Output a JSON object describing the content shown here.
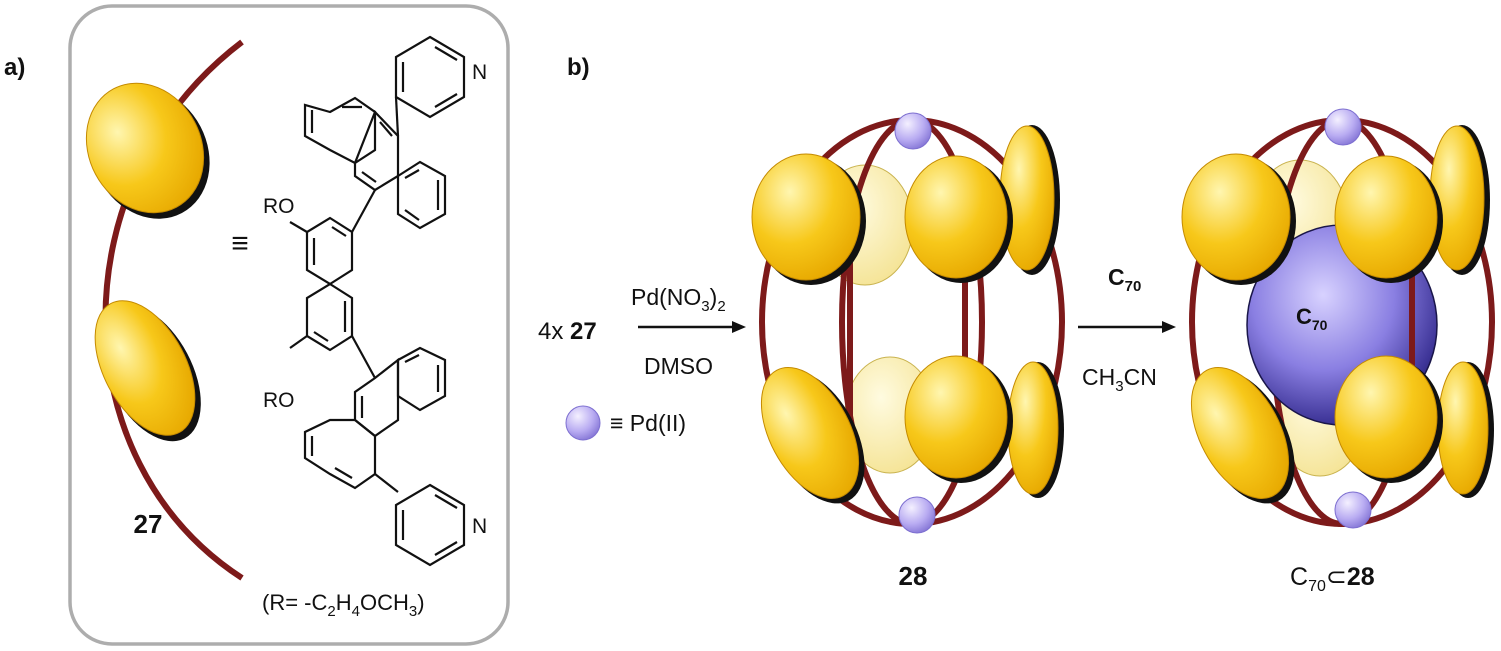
{
  "panel_a": {
    "label": "a)",
    "compound_number": "27",
    "equivalence_symbol": "≡",
    "substituent_1": "RO",
    "substituent_2": "RO",
    "pyridine_n_top": "N",
    "pyridine_n_bottom": "N",
    "r_definition": {
      "open": "(R= -C",
      "sub1": "2",
      "mid1": "H",
      "sub2": "4",
      "close": "OCH",
      "sub3": "3",
      "end": ")"
    }
  },
  "panel_b": {
    "label": "b)",
    "step1": {
      "reactant_prefix": "4x ",
      "reactant_number": "27",
      "reagent_main": "Pd(NO",
      "reagent_sub1": "3",
      "reagent_paren": ")",
      "reagent_sub2": "2",
      "solvent": "DMSO"
    },
    "legend": {
      "text": "≡ Pd(II)"
    },
    "cage_label": "28",
    "step2": {
      "reagent_main": "C",
      "reagent_sub": "70",
      "solvent_main": "CH",
      "solvent_sub": "3",
      "solvent_end": "CN"
    },
    "fullerene_label_main": "C",
    "fullerene_label_sub": "70",
    "complex_label": {
      "guest_main": "C",
      "guest_sub": "70",
      "symbol": "⊂",
      "host": "28"
    }
  },
  "colors": {
    "frame": "#adadad",
    "wire": "#7d1a1a",
    "panel_yellow": "#f5c211",
    "panel_yellow_light": "#fff3a0",
    "panel_back": "#f8ea9a",
    "pd_sphere": "#b7aaf0",
    "c70_sphere": "#6b5fcf",
    "arrow": "#111111"
  }
}
